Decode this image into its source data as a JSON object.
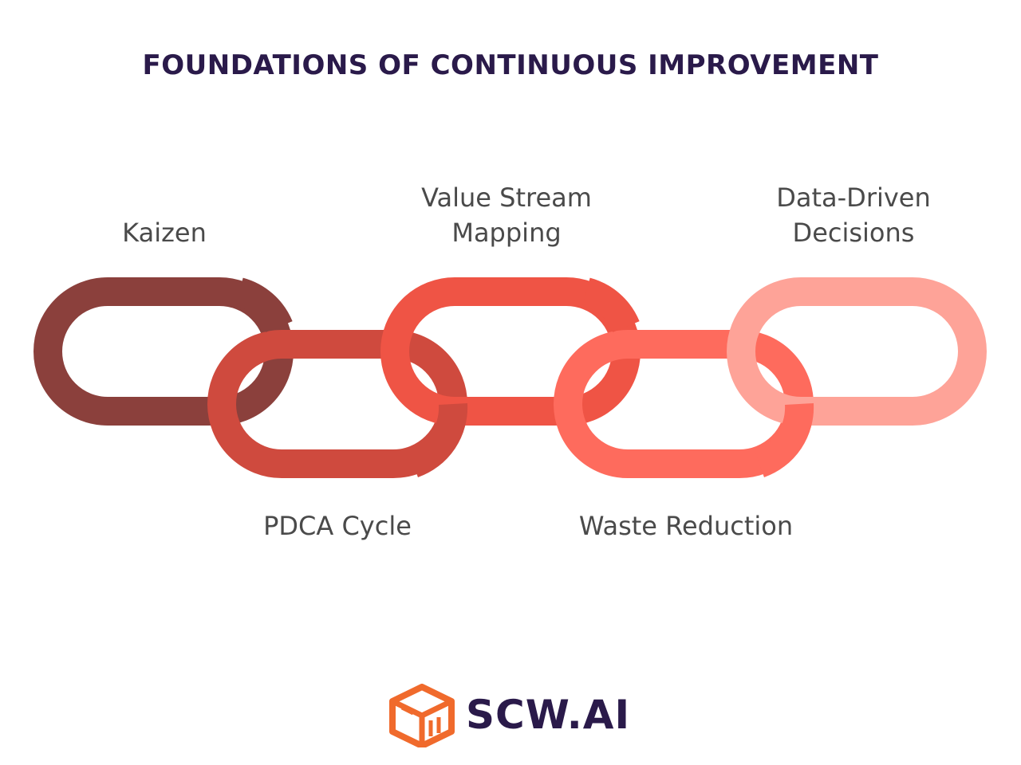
{
  "title": "FOUNDATIONS OF CONTINUOUS IMPROVEMENT",
  "links": [
    {
      "label": "Kaizen",
      "color": "#8b403c"
    },
    {
      "label": "PDCA Cycle",
      "color": "#cf4a3e"
    },
    {
      "label": "Value Stream\nMapping",
      "color": "#ef5445"
    },
    {
      "label": "Waste Reduction",
      "color": "#fe6b5d"
    },
    {
      "label": "Data-Driven\nDecisions",
      "color": "#fea398"
    }
  ],
  "logo": {
    "text": "SCW.AI",
    "icon": "box-icon",
    "icon_color": "#f06a2c"
  }
}
